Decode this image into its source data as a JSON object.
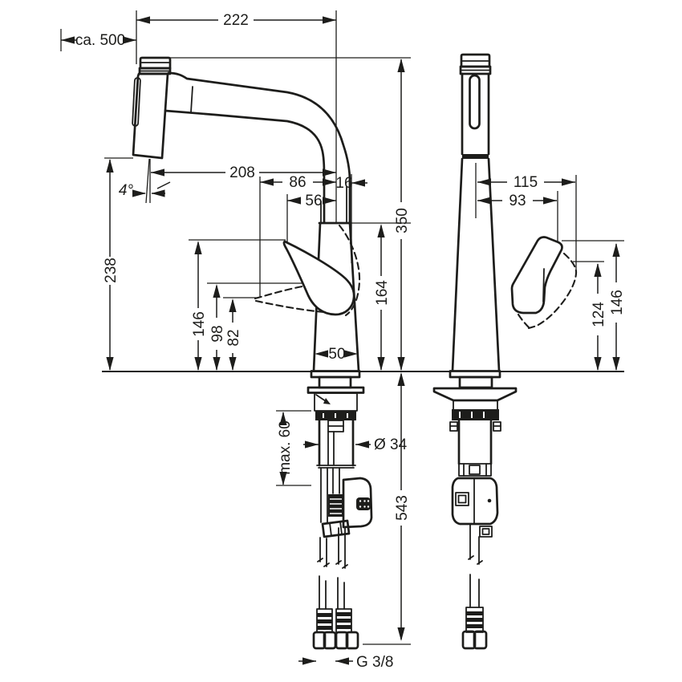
{
  "drawing": {
    "subject": "Kitchen mixer tap with pull-out spray - dimensional drawing, front and side view",
    "views": [
      "front",
      "side"
    ],
    "line_color": "#1d1d1b",
    "background_color": "#ffffff"
  },
  "dims": {
    "ca500": "ca. 500",
    "d222": "222",
    "d208": "208",
    "d86": "86",
    "d16": "16",
    "d56": "56",
    "angle4": "4°",
    "d238": "238",
    "d146_left": "146",
    "d98": "98",
    "d82": "82",
    "d164": "164",
    "d350": "350",
    "d50": "50",
    "max60": "max. 60",
    "dia34": "Ø 34",
    "d543": "543",
    "g38": "G 3/8",
    "d115": "115",
    "d93": "93",
    "d124": "124",
    "d146_right": "146"
  }
}
